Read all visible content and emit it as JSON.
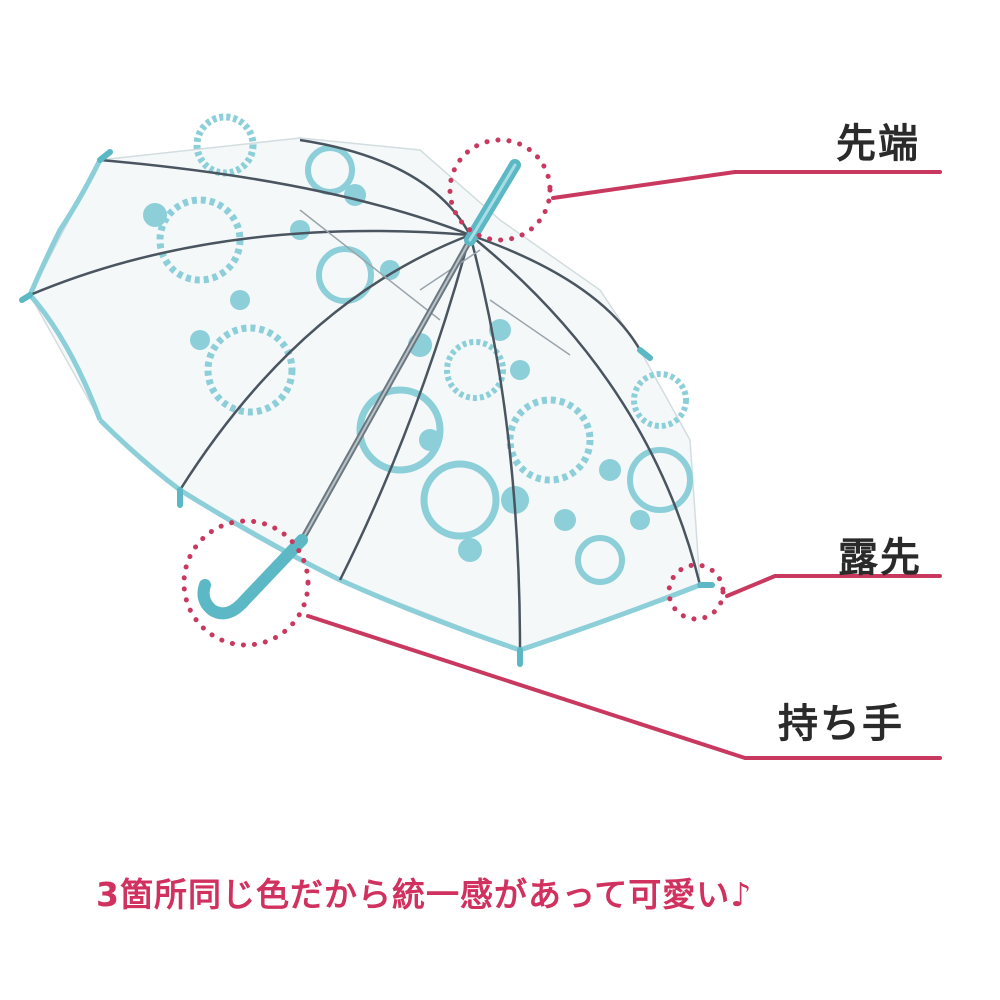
{
  "labels": {
    "tip": "先端",
    "ferrule": "露先",
    "handle": "持ち手"
  },
  "caption": "3箇所同じ色だから統一感があって可愛い♪",
  "colors": {
    "accent": "#5bb8c4",
    "leader_line": "#c9395f",
    "dotted_circle": "#c9395f",
    "caption_text": "#d0315e",
    "label_text": "#2a2a2a",
    "canopy_print": "#8ccfd9",
    "rib": "#4a5560"
  }
}
